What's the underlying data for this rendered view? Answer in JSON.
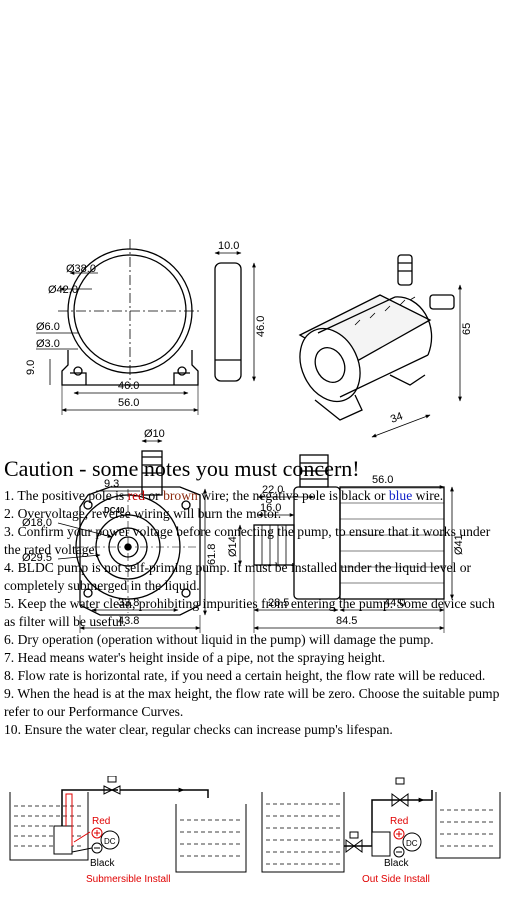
{
  "drawings": {
    "top_front": {
      "d1": "Ø38.0",
      "d2": "Ø42.0",
      "d3": "Ø6.0",
      "d4": "Ø3.0",
      "h1": "9.0",
      "w1": "46.0",
      "w2": "56.0"
    },
    "top_side": {
      "w": "10.0",
      "h": "46.0"
    },
    "iso": {
      "h": "65",
      "w": "34"
    },
    "mid_front": {
      "pipe": "Ø10",
      "offset": "9.3",
      "model": "DC40",
      "d1": "Ø18.0",
      "d2": "Ø29.5",
      "h": "61.8",
      "w1": "33.8",
      "w2": "43.8"
    },
    "mid_side": {
      "a": "22.0",
      "b": "16.0",
      "c": "56.0",
      "d": "Ø14",
      "e": "Ø41",
      "f": "28.5",
      "g": "44.0",
      "total": "84.5"
    }
  },
  "notes": {
    "title": "Caution - some notes you must concern!",
    "n1": {
      "a": "1. The positive pole is ",
      "red": "red",
      "b": " or ",
      "brown": "brown",
      "c": " wire; the negative pole is black or ",
      "blue": "blue",
      "d": " wire."
    },
    "items": [
      "2. Overvoltage, reverse wiring will burn the motor.",
      "3. Confirm your power voltage before connecting the pump, to ensure that it works under the rated voltage.",
      "4. BLDC pump is not self-priming pump. It must be installed under the liquid level or completely submerged in the liquid.",
      "5. Keep the water clean, prohibiting impurities from entering the pump. Some device such as filter will be useful.",
      "6. Dry operation (operation without liquid in the pump) will damage the pump.",
      "7. Head means water's height inside of a pipe, not the spraying height.",
      "8. Flow rate is horizontal rate, if you need a certain height, the flow rate will be reduced.",
      "9. When the head is at the max height, the flow rate will be zero. Choose the suitable pump refer to our Performance Curves.",
      "10. Ensure the water clear, regular checks can increase pump's lifespan."
    ]
  },
  "install": {
    "left": {
      "red": "Red",
      "dc": "DC",
      "black": "Black",
      "caption": "Submersible Install"
    },
    "right": {
      "red": "Red",
      "dc": "DC",
      "black": "Black",
      "caption": "Out Side Install"
    }
  },
  "colors": {
    "red": "#c00000",
    "brown": "#8b2a0e",
    "blue": "#1020c8",
    "caption": "#e00000"
  }
}
